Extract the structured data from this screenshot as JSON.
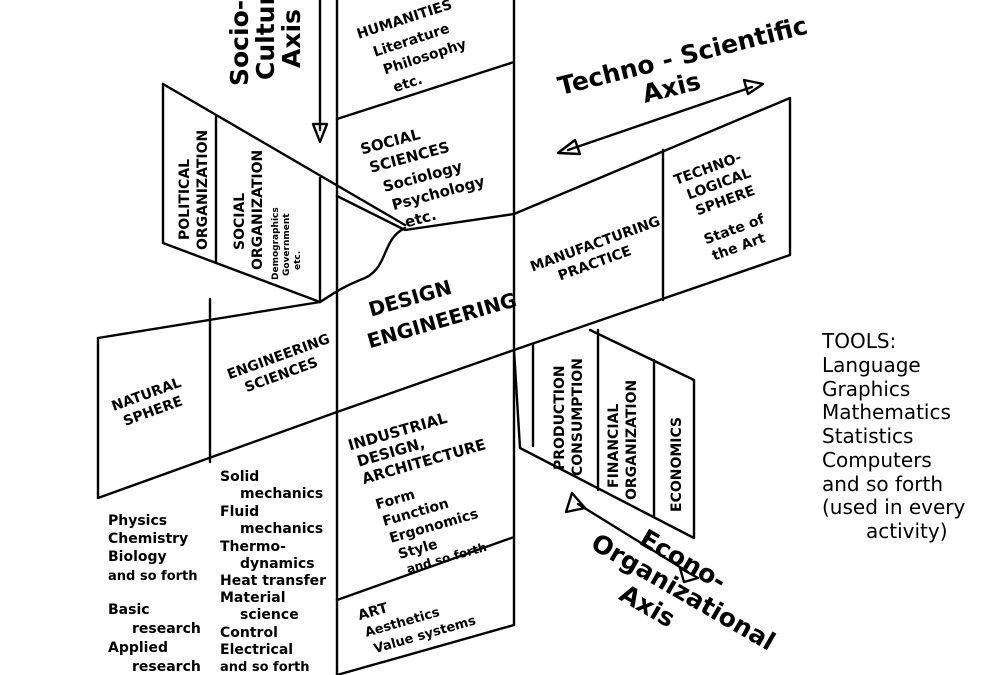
{
  "axes": {
    "socio_cultural": [
      "Socio-",
      "Cultural",
      "Axis"
    ],
    "techno_scientific": [
      "Techno - Scientific",
      "Axis"
    ],
    "econo_organizational": [
      "Econo-",
      "Organizational",
      "Axis"
    ]
  },
  "center": [
    "DESIGN",
    "ENGINEERING"
  ],
  "upper_column": {
    "humanities": [
      "HUMANITIES",
      "Literature",
      "Philosophy",
      "etc."
    ],
    "social_sciences": [
      "SOCIAL",
      "SCIENCES",
      "Sociology",
      "Psychology",
      "etc."
    ]
  },
  "upper_left_wing": {
    "political": [
      "POLITICAL",
      "ORGANIZATION"
    ],
    "social_org": [
      "SOCIAL",
      "ORGANIZATION"
    ],
    "social_org_items": [
      "Demographics",
      "Government",
      "etc."
    ]
  },
  "right_band": {
    "manufacturing": [
      "MANUFACTURING",
      "PRACTICE"
    ],
    "techno_sphere": [
      "TECHNO-",
      "LOGICAL",
      "SPHERE"
    ],
    "techno_items": [
      "State of",
      "the Art"
    ]
  },
  "lower_right_wing": {
    "production": [
      "PRODUCTION",
      "CONSUMPTION"
    ],
    "financial": [
      "FINANCIAL",
      "ORGANIZATION"
    ],
    "economics": [
      "ECONOMICS"
    ]
  },
  "left_band": {
    "natural_sphere": [
      "NATURAL",
      "SPHERE"
    ],
    "engineering_sciences": [
      "ENGINEERING",
      "SCIENCES"
    ]
  },
  "lower_column": {
    "industrial": [
      "INDUSTRIAL",
      "DESIGN,",
      "ARCHITECTURE"
    ],
    "industrial_items": [
      "Form",
      "Function",
      "Ergonomics",
      "Style",
      "and so forth"
    ],
    "art": [
      "ART",
      "Aesthetics",
      "Value systems"
    ]
  },
  "natural_list": [
    "Physics",
    "Chemistry",
    "Biology",
    "and so forth",
    "Basic",
    "research",
    "Applied",
    "research"
  ],
  "engineering_list": [
    "Solid",
    "mechanics",
    "Fluid",
    "mechanics",
    "Thermo-",
    "dynamics",
    "Heat transfer",
    "Material",
    "science",
    "Control",
    "Electrical",
    "and so forth"
  ],
  "tools": [
    "TOOLS:",
    "Language",
    "Graphics",
    "Mathematics",
    "Statistics",
    "Computers",
    "and so forth",
    "(used in every",
    "activity)"
  ]
}
